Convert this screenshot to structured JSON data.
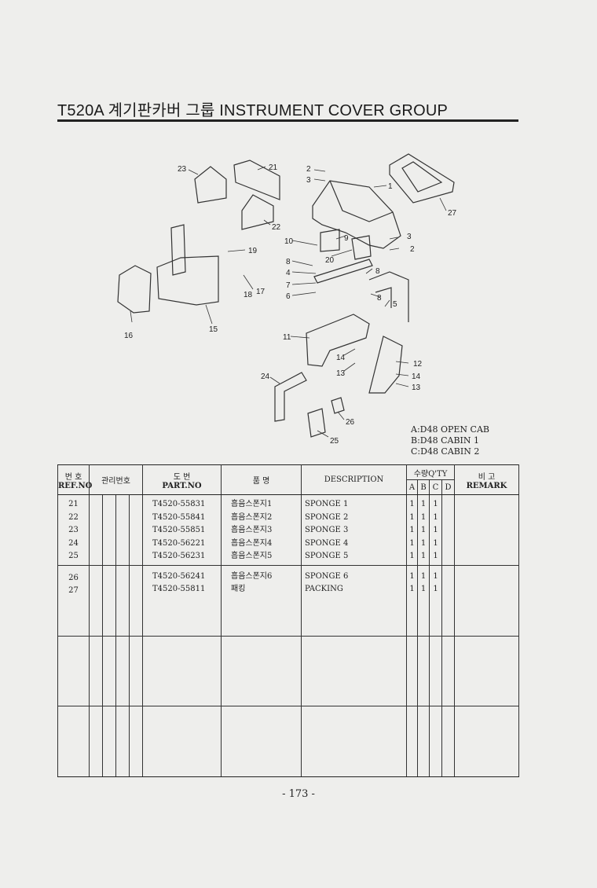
{
  "page": {
    "title": "T520A 계기판카버 그룹 INSTRUMENT COVER GROUP",
    "page_number": "- 173 -"
  },
  "diagram": {
    "callouts": [
      "23",
      "21",
      "22",
      "2",
      "3",
      "1",
      "27",
      "19",
      "10",
      "9",
      "3",
      "2",
      "20",
      "8",
      "4",
      "8",
      "7",
      "6",
      "18",
      "17",
      "16",
      "15",
      "8",
      "5",
      "11",
      "14",
      "13",
      "12",
      "14",
      "13",
      "24",
      "26",
      "25"
    ]
  },
  "legend": {
    "a": "A:D48 OPEN CAB",
    "b": "B:D48 CABIN 1",
    "c": "C:D48 CABIN 2"
  },
  "table": {
    "headers": {
      "ref_kr": "번 호",
      "ref_en": "REF.NO",
      "mgmt_kr": "관리번호",
      "part_kr": "도 번",
      "part_en": "PART.NO",
      "name_kr": "품 명",
      "desc_en": "DESCRIPTION",
      "qty_kr": "수량Q'TY",
      "qty_a": "A",
      "qty_b": "B",
      "qty_c": "C",
      "qty_d": "D",
      "remark_kr": "비 고",
      "remark_en": "REMARK"
    },
    "rows": [
      {
        "ref": "21",
        "part": "T4520-55831",
        "name": "흡음스폰지1",
        "desc": "SPONGE 1",
        "a": "1",
        "b": "1",
        "c": "1",
        "d": ""
      },
      {
        "ref": "22",
        "part": "T4520-55841",
        "name": "흡음스폰지2",
        "desc": "SPONGE 2",
        "a": "1",
        "b": "1",
        "c": "1",
        "d": ""
      },
      {
        "ref": "23",
        "part": "T4520-55851",
        "name": "흡음스폰지3",
        "desc": "SPONGE 3",
        "a": "1",
        "b": "1",
        "c": "1",
        "d": ""
      },
      {
        "ref": "24",
        "part": "T4520-56221",
        "name": "흡음스폰지4",
        "desc": "SPONGE 4",
        "a": "1",
        "b": "1",
        "c": "1",
        "d": ""
      },
      {
        "ref": "25",
        "part": "T4520-56231",
        "name": "흡음스폰지5",
        "desc": "SPONGE 5",
        "a": "1",
        "b": "1",
        "c": "1",
        "d": ""
      },
      {
        "ref": "26",
        "part": "T4520-56241",
        "name": "흡음스폰지6",
        "desc": "SPONGE 6",
        "a": "1",
        "b": "1",
        "c": "1",
        "d": ""
      },
      {
        "ref": "27",
        "part": "T4520-55811",
        "name": "패킹",
        "desc": "PACKING",
        "a": "1",
        "b": "1",
        "c": "1",
        "d": ""
      }
    ]
  }
}
